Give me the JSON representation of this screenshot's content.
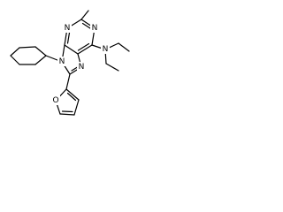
{
  "molecule": {
    "atoms": {
      "n1": "N",
      "n3": "N",
      "n_amine": "N",
      "n7": "N",
      "n9": "N",
      "o_furan": "O"
    },
    "colors": {
      "bond": "#000000",
      "background": "#ffffff"
    }
  }
}
